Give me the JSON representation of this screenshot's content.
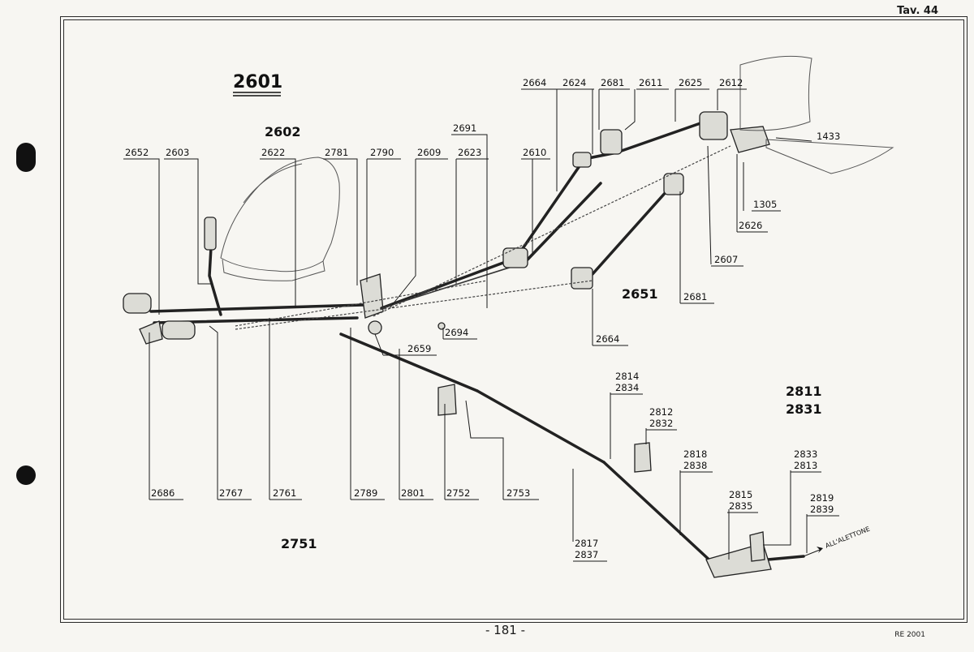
{
  "header": {
    "tav": "Tav. 44"
  },
  "footer": {
    "page_number": "- 181 -",
    "doc_code": "RE 2001"
  },
  "groups": {
    "g2601": "2601",
    "g2602": "2602",
    "g2651": "2651",
    "g2751": "2751",
    "g2811": "2811",
    "g2831": "2831"
  },
  "note": {
    "aileron": "ALL'ALETTONE"
  },
  "callouts": [
    "2664",
    "2624",
    "2681",
    "2611",
    "2625",
    "2612",
    "1433",
    "2691",
    "2652",
    "2603",
    "2622",
    "2781",
    "2790",
    "2609",
    "2623",
    "2610",
    "1305",
    "2626",
    "2607",
    "2681",
    "2664",
    "2694",
    "2659",
    "2814",
    "2834",
    "2812",
    "2832",
    "2818",
    "2838",
    "2833",
    "2813",
    "2815",
    "2835",
    "2819",
    "2839",
    "2686",
    "2767",
    "2761",
    "2789",
    "2801",
    "2752",
    "2753",
    "2817",
    "2837"
  ]
}
